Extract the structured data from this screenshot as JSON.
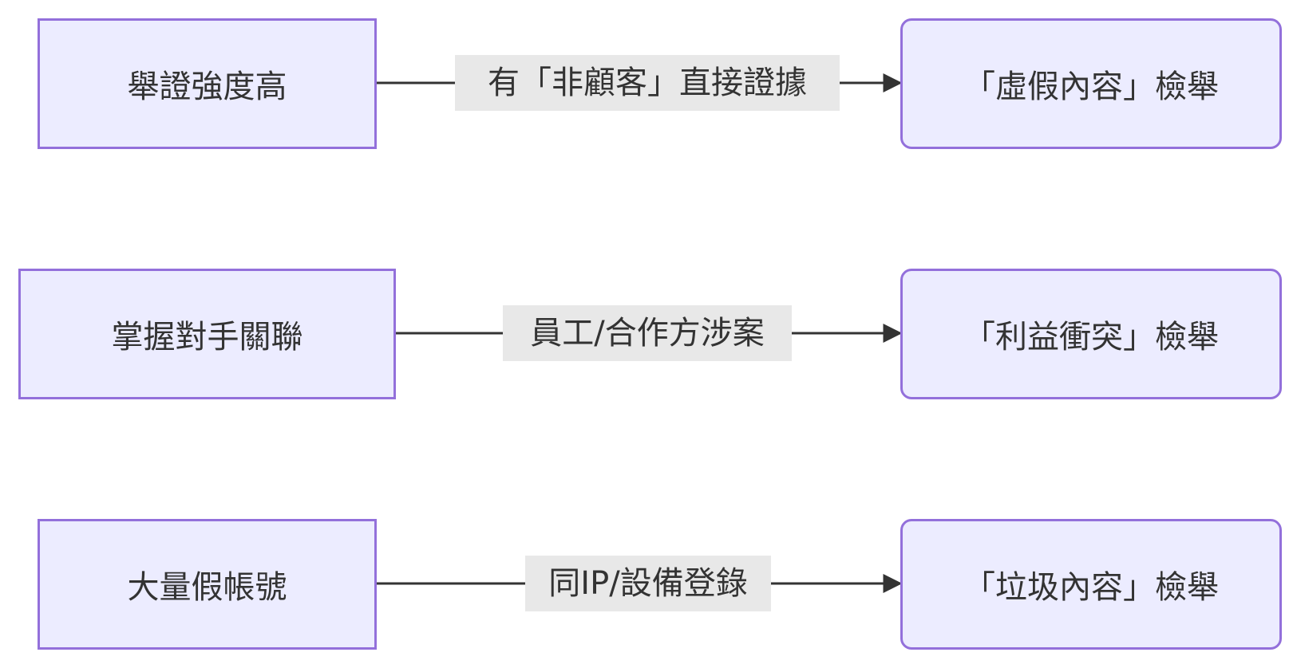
{
  "rows": [
    {
      "source": "舉證強度高",
      "label": "有「非顧客」直接證據",
      "target": "「虛假內容」檢舉"
    },
    {
      "source": "掌握對手關聯",
      "label": "員工/合作方涉案",
      "target": "「利益衝突」檢舉"
    },
    {
      "source": "大量假帳號",
      "label": "同IP/設備登錄",
      "target": "「垃圾內容」檢舉"
    }
  ],
  "colors": {
    "node_fill": "#ECECFF",
    "node_border": "#9370DB",
    "edge": "#333333",
    "label_bg": "#E8E8E8"
  }
}
